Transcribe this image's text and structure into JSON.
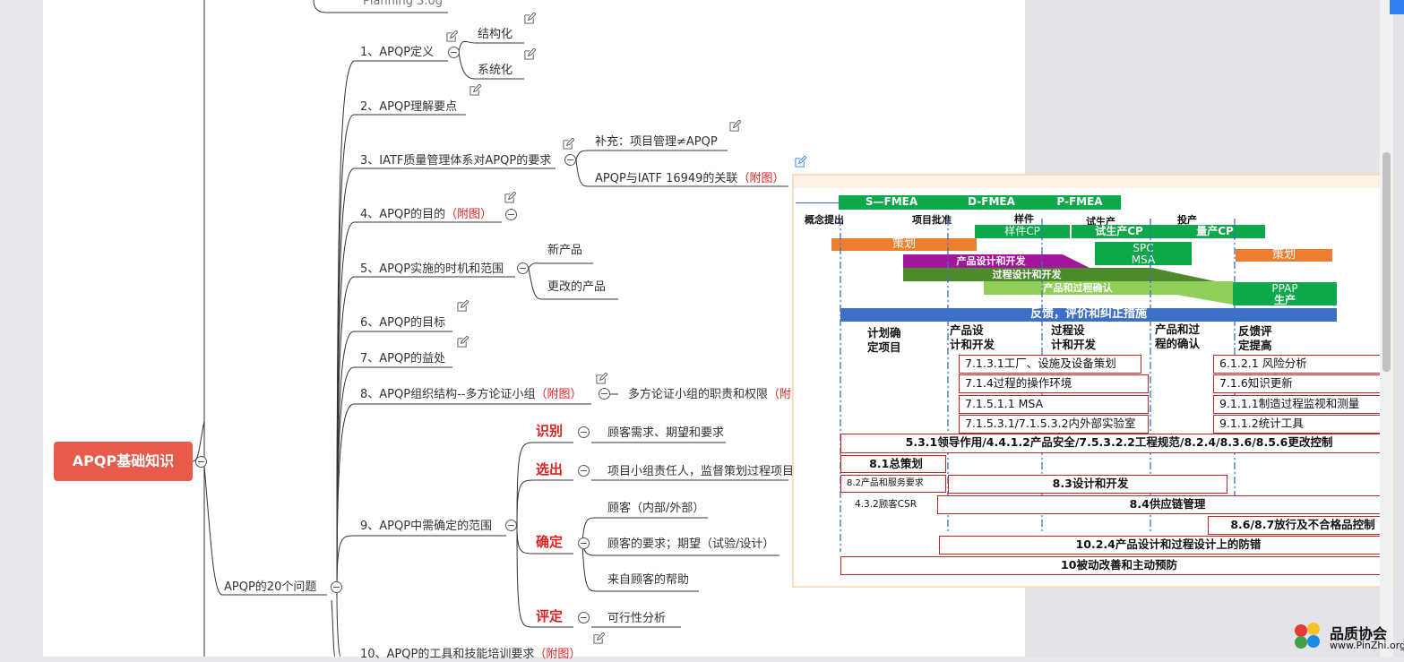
{
  "root": "APQP基础知识",
  "top_partial": "Planning 3.0g",
  "group_label": "APQP的20个问题",
  "items": [
    {
      "label": "1、APQP定义"
    },
    {
      "label": "2、APQP理解要点"
    },
    {
      "label": "3、IATF质量管理体系对APQP的要求"
    },
    {
      "label": "4、APQP的目的",
      "link": "（附图）"
    },
    {
      "label": "5、APQP实施的时机和范围"
    },
    {
      "label": "6、APQP的目标"
    },
    {
      "label": "7、APQP的益处"
    },
    {
      "label": "8、APQP组织结构--多方论证小组",
      "link": "（附图）"
    },
    {
      "label": "9、APQP中需确定的范围"
    },
    {
      "label": "10、APQP的工具和技能培训要求",
      "link": "（附图）"
    }
  ],
  "sub": {
    "def1": "结构化",
    "def2": "系统化",
    "iatf1": "补充：项目管理≠APQP",
    "iatf2": "APQP与IATF 16949的关联",
    "iatf2_link": "（附图）",
    "timing1": "新产品",
    "timing2": "更改的产品",
    "org1": "多方论证小组的职责和权限",
    "org1_link": "（附",
    "s_identify": "识别",
    "s_identify_t": "顾客需求、期望和要求",
    "s_select": "选出",
    "s_select_t": "项目小组责任人，监督策划过程项目",
    "s_confirm": "确定",
    "s_confirm_1": "顾客（内部/外部）",
    "s_confirm_2": "顾客的要求；期望（试验/设计）",
    "s_confirm_3": "来自顾客的帮助",
    "s_assess": "评定",
    "s_assess_t": "可行性分析"
  },
  "attachment": {
    "fmea": [
      "S—FMEA",
      "D-FMEA",
      "P-FMEA"
    ],
    "milestones": [
      "概念提出",
      "项目批准",
      "样件",
      "试生产",
      "投产"
    ],
    "cp": [
      "样件CP",
      "试生产CP",
      "量产CP"
    ],
    "plan": "策划",
    "plan2": "策划",
    "spc": "SPC",
    "msa": "MSA",
    "pdd": "产品设计和开发",
    "ppd": "过程设计和开发",
    "pv": "产品和过程确认",
    "ppap": "PPAP",
    "prod": "生产",
    "feedback": "反馈，评价和纠正措施",
    "phases": [
      "计划确定项目",
      "产品设计和开发",
      "过程设计和开发",
      "产品和过程的确认",
      "反馈评定提高"
    ],
    "phase_lines": [
      [
        "计划确",
        "定项目"
      ],
      [
        "产品设",
        "计和开发"
      ],
      [
        "过程设",
        "计和开发"
      ],
      [
        "产品和过",
        "程的确认"
      ],
      [
        "反馈评",
        "定提高"
      ]
    ],
    "clauses_mid": [
      "7.1.3.1工厂、设施及设备策划",
      "7.1.4过程的操作环境",
      "7.1.5.1.1 MSA",
      "7.1.5.3.1/7.1.5.3.2内外部实验室"
    ],
    "clauses_right": [
      "6.1.2.1 风险分析",
      "7.1.6知识更新",
      "9.1.1.1制造过程监视和测量",
      "9.1.1.2统计工具"
    ],
    "clause_wide": "5.3.1领导作用/4.4.1.2产品安全/7.5.3.2.2工程规范/8.2.4/8.3.6/8.5.6更改控制",
    "c81": "8.1总策划",
    "c82": "8.2产品和服务要求",
    "c83": "8.3设计和开发",
    "c432": "4.3.2顾客CSR",
    "c84": "8.4供应链管理",
    "c86": "8.6/8.7放行及不合格品控制",
    "c1024": "10.2.4产品设计和过程设计上的防错",
    "c10": "10被动改善和主动预防"
  },
  "logo": {
    "name": "品质协会",
    "url": "www.PinZhi.org"
  },
  "colors": {
    "root": "#e85a4a",
    "green": "#0ca84a",
    "orange": "#ee7e2f",
    "purple": "#a3159b",
    "darkgreen": "#4c8a2c",
    "lightgreen": "#8fcf5a",
    "blue": "#3e6fc7",
    "red": "#e02020"
  }
}
